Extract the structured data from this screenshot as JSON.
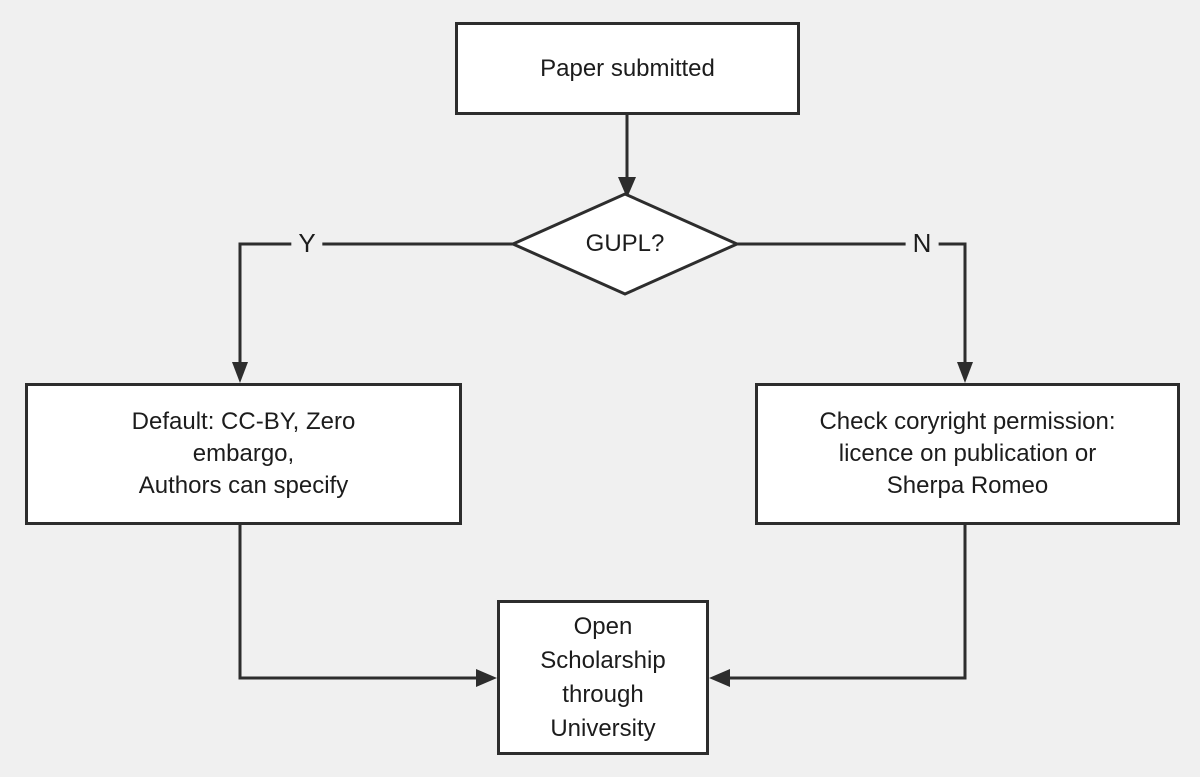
{
  "canvas": {
    "background_color": "#f0f0f0",
    "line_color": "#2d2d2d",
    "node_background_color": "#ffffff"
  },
  "nodes": {
    "paper_submitted": {
      "label": "Paper submitted"
    },
    "gupl_decision": {
      "label": "GUPL?"
    },
    "default_license": {
      "lines": [
        "Default: CC-BY, Zero",
        "embargo,",
        "Authors can specify"
      ]
    },
    "check_permission": {
      "lines": [
        "Check coryright permission:",
        "licence on publication or",
        "Sherpa Romeo"
      ]
    },
    "open_scholarship": {
      "lines": [
        "Open",
        "Scholarship",
        "through",
        "University"
      ]
    }
  },
  "edges": {
    "yes_label": "Y",
    "no_label": "N"
  }
}
